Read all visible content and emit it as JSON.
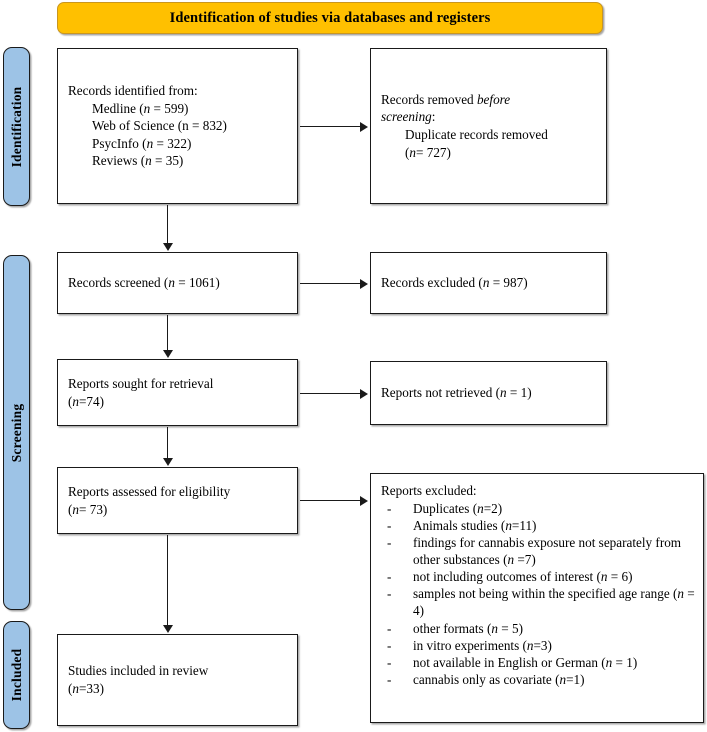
{
  "banner": {
    "title": "Identification of studies via databases and registers",
    "color": "#FFC000"
  },
  "stages": {
    "color": "#9DC3E6",
    "identification": "Identification",
    "screening": "Screening",
    "included": "Included"
  },
  "boxes": {
    "identified": {
      "heading": "Records identified from:",
      "sources": [
        {
          "label": "Medline",
          "n_prefix": "(",
          "n_italic": "n",
          "n_value": " = 599)"
        },
        {
          "label": "Web of Science",
          "n_prefix": "(",
          "n_italic": "n",
          "n_value": " = 832)",
          "italic_n": false
        },
        {
          "label": "PsycInfo",
          "n_prefix": "(",
          "n_italic": "n",
          "n_value": " = 322)"
        },
        {
          "label": "Reviews",
          "n_prefix": "(",
          "n_italic": "n",
          "n_value": " = 35)"
        }
      ],
      "line_medline": "Medline (n = 599)",
      "line_wos": "Web of Science (n = 832)",
      "line_psycinfo": "PsycInfo (n = 322)",
      "line_reviews": "Reviews (n = 35)"
    },
    "removed": {
      "line1_plain": "Records removed ",
      "line1_italic": "before",
      "line2_italic": "screening",
      "line2_plain": ":",
      "line3": "Duplicate records removed",
      "line4_n": "n",
      "line4_value": "= 727)"
    },
    "screened": {
      "text_plain": "Records screened (",
      "text_n": "n",
      "text_value": " = 1061)"
    },
    "excluded_screen": {
      "text_plain": "Records excluded (",
      "text_n": "n",
      "text_value": " = 987)"
    },
    "sought": {
      "line1": "Reports sought for retrieval",
      "line2_n": "n",
      "line2_value": "=74)"
    },
    "not_retrieved": {
      "text_plain": "Reports not retrieved (",
      "text_n": "n",
      "text_value": " = 1)"
    },
    "assessed": {
      "line1": "Reports assessed for eligibility",
      "line2_n": "n",
      "line2_value": "= 73)"
    },
    "included": {
      "line1": "Studies included in review",
      "line2_n": "n",
      "line2_value": "=33)"
    },
    "excluded_reports": {
      "title": "Reports excluded:",
      "dash": "-",
      "items": [
        {
          "text": "Duplicates (",
          "n": "n",
          "tail": "=2)"
        },
        {
          "text": "Animals studies (",
          "n": "n",
          "tail": "=11)"
        },
        {
          "text": "findings for cannabis exposure not separately from other substances (",
          "n": "n",
          "tail": " =7)"
        },
        {
          "text": "not including outcomes of interest (",
          "n": "n",
          "tail": " = 6)"
        },
        {
          "text": "samples not being within the specified age range (",
          "n": "n",
          "tail": " = 4)"
        },
        {
          "text": "other formats (",
          "n": "n",
          "tail": " = 5)"
        },
        {
          "text": "in vitro experiments (",
          "n": "n",
          "tail": "=3)"
        },
        {
          "text": "not available in English or German (",
          "n": "n",
          "tail": " = 1)"
        },
        {
          "text": "cannabis only as covariate (",
          "n": "n",
          "tail": "=1)"
        }
      ]
    }
  }
}
